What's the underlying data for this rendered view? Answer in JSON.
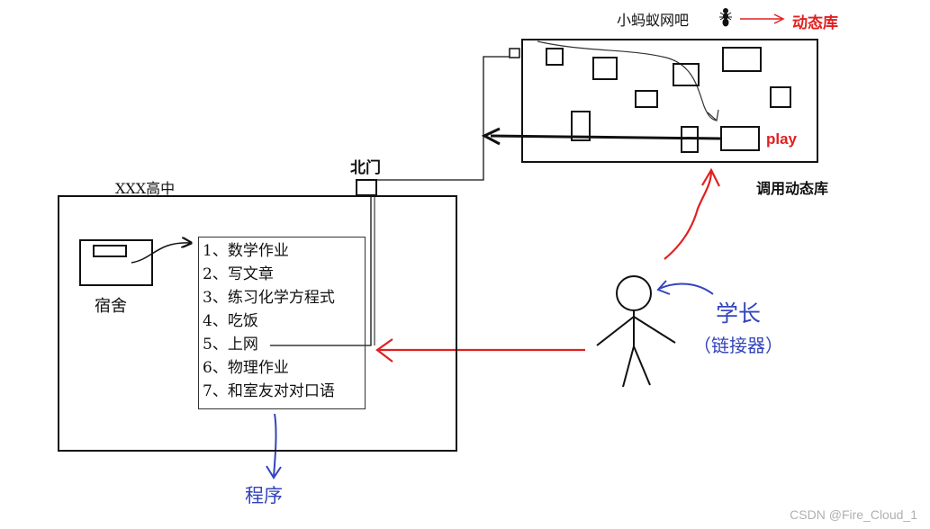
{
  "school": {
    "title": "XXX高中",
    "dorm_label": "宿舍",
    "gate_label": "北门"
  },
  "tasks": [
    "1、数学作业",
    "2、写文章",
    "3、练习化学方程式",
    "4、吃饭",
    "5、上网",
    "6、物理作业",
    "7、和室友对对口语"
  ],
  "program_label": "程序",
  "senior": {
    "name": "学长",
    "role": "（链接器）"
  },
  "internet_cafe": {
    "name": "小蚂蚁网吧",
    "dynamic_lib": "动态库",
    "play_label": "play",
    "call_label": "调用动态库"
  },
  "watermark": "CSDN @Fire_Cloud_1",
  "colors": {
    "red": "#e02020",
    "blue": "#3344bb",
    "black": "#111111"
  }
}
